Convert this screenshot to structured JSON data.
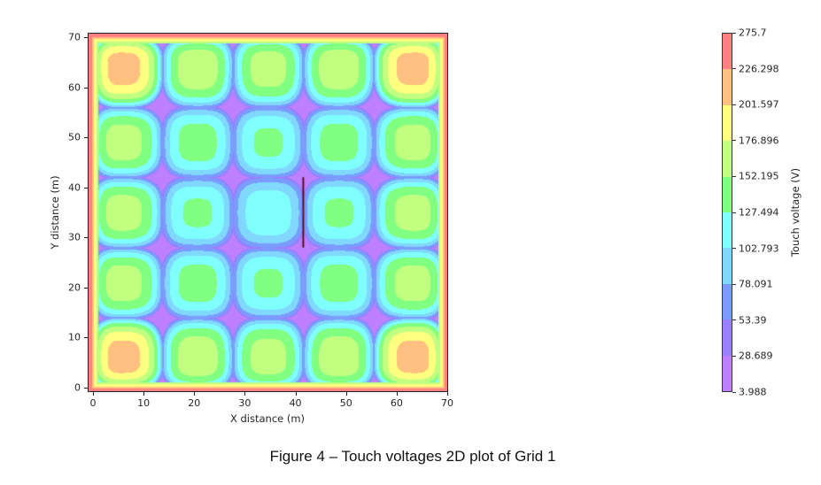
{
  "figure": {
    "caption": "Figure 4 – Touch voltages 2D plot of Grid 1"
  },
  "chart_data": {
    "type": "heatmap",
    "subtype": "filled-contour",
    "title": "",
    "xlabel": "X distance (m)",
    "ylabel": "Y distance (m)",
    "xlim": [
      0,
      70
    ],
    "ylim": [
      0,
      70
    ],
    "x_ticks": [
      "0",
      "10",
      "20",
      "30",
      "40",
      "50",
      "60",
      "70"
    ],
    "y_ticks": [
      "0",
      "10",
      "20",
      "30",
      "40",
      "50",
      "60",
      "70"
    ],
    "grid": false,
    "colorbar": {
      "label": "Touch voltage (V)",
      "levels": [
        3.988,
        28.689,
        53.39,
        78.091,
        102.793,
        127.494,
        152.195,
        176.896,
        201.597,
        226.298,
        275.7
      ],
      "tick_labels": [
        "3.988",
        "28.689",
        "53.39",
        "78.091",
        "102.793",
        "127.494",
        "152.195",
        "176.896",
        "201.597",
        "226.298",
        "275.7"
      ],
      "colors": [
        "#bf80ff",
        "#9980ff",
        "#7a9cff",
        "#80d8ff",
        "#80ffff",
        "#80ff80",
        "#c0ff80",
        "#ffff80",
        "#ffc080",
        "#ff8080"
      ]
    },
    "grid_mesh": {
      "cells_x": 5,
      "cells_y": 5,
      "mesh_spacing_m": 14,
      "cell_peak_voltage_rows_top_to_bottom": [
        [
          215,
          170,
          165,
          170,
          215
        ],
        [
          165,
          140,
          133,
          140,
          165
        ],
        [
          165,
          133,
          120,
          133,
          165
        ],
        [
          165,
          140,
          133,
          140,
          165
        ],
        [
          215,
          170,
          165,
          170,
          215
        ]
      ]
    },
    "annotations": [
      {
        "type": "line",
        "label": "vertical conductor segment",
        "x": [
          42,
          42
        ],
        "y": [
          28,
          42
        ],
        "color": "#5a0f1e"
      }
    ]
  }
}
